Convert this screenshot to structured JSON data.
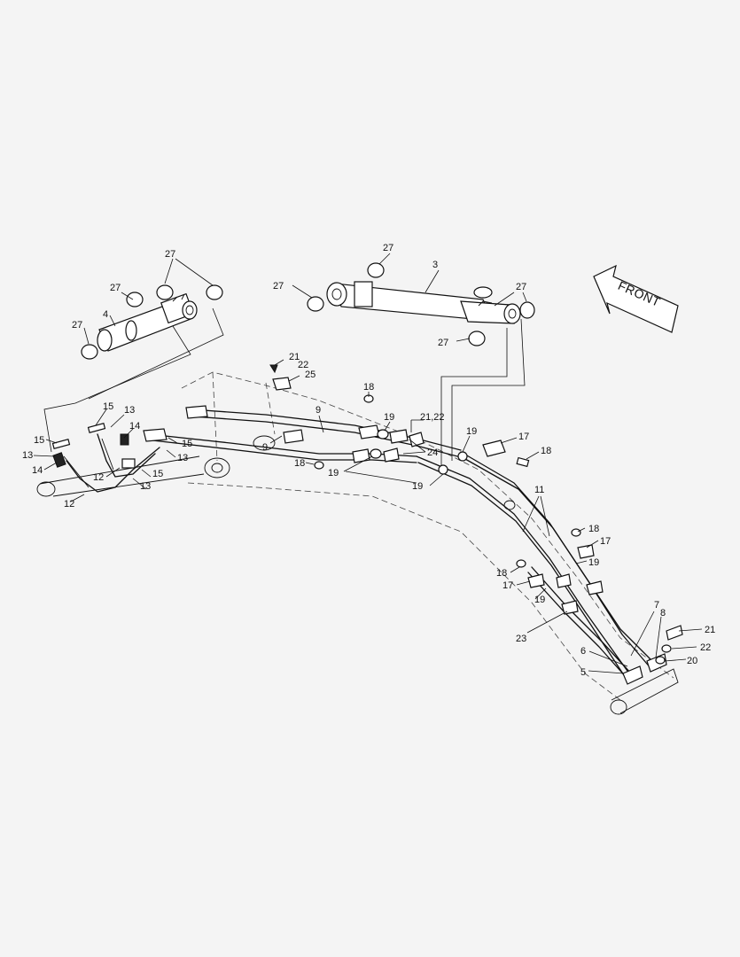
{
  "front_label": "FRONT",
  "callouts": [
    {
      "id": "c27a",
      "text": "27"
    },
    {
      "id": "c27b",
      "text": "27"
    },
    {
      "id": "c27c",
      "text": "27"
    },
    {
      "id": "c4",
      "text": "4"
    },
    {
      "id": "c27d",
      "text": "27"
    },
    {
      "id": "c27e",
      "text": "27"
    },
    {
      "id": "c3",
      "text": "3"
    },
    {
      "id": "c27f",
      "text": "27"
    },
    {
      "id": "c27g",
      "text": "27"
    },
    {
      "id": "c27h",
      "text": "27"
    },
    {
      "id": "c21a",
      "text": "21"
    },
    {
      "id": "c22a",
      "text": "22"
    },
    {
      "id": "c25",
      "text": "25"
    },
    {
      "id": "c18a",
      "text": "18"
    },
    {
      "id": "c9a",
      "text": "9"
    },
    {
      "id": "c19a",
      "text": "19"
    },
    {
      "id": "c2122",
      "text": "21,22"
    },
    {
      "id": "c19b",
      "text": "19"
    },
    {
      "id": "c17a",
      "text": "17"
    },
    {
      "id": "c18b",
      "text": "18"
    },
    {
      "id": "c24",
      "text": "24"
    },
    {
      "id": "c9b",
      "text": "9"
    },
    {
      "id": "c18c",
      "text": "18"
    },
    {
      "id": "c19c",
      "text": "19"
    },
    {
      "id": "c19d",
      "text": "19"
    },
    {
      "id": "c11",
      "text": "11"
    },
    {
      "id": "c15a",
      "text": "15"
    },
    {
      "id": "c13a",
      "text": "13"
    },
    {
      "id": "c14a",
      "text": "14"
    },
    {
      "id": "c15b",
      "text": "15"
    },
    {
      "id": "c13b",
      "text": "13"
    },
    {
      "id": "c15c",
      "text": "15"
    },
    {
      "id": "c13c",
      "text": "13"
    },
    {
      "id": "c14b",
      "text": "14"
    },
    {
      "id": "c12a",
      "text": "12"
    },
    {
      "id": "c15d",
      "text": "15"
    },
    {
      "id": "c13d",
      "text": "13"
    },
    {
      "id": "c12b",
      "text": "12"
    },
    {
      "id": "c18d",
      "text": "18"
    },
    {
      "id": "c17b",
      "text": "17"
    },
    {
      "id": "c19e",
      "text": "19"
    },
    {
      "id": "c18e",
      "text": "18"
    },
    {
      "id": "c17c",
      "text": "17"
    },
    {
      "id": "c19f",
      "text": "19"
    },
    {
      "id": "c7",
      "text": "7"
    },
    {
      "id": "c8",
      "text": "8"
    },
    {
      "id": "c21b",
      "text": "21"
    },
    {
      "id": "c22b",
      "text": "22"
    },
    {
      "id": "c20",
      "text": "20"
    },
    {
      "id": "c23",
      "text": "23"
    },
    {
      "id": "c6",
      "text": "6"
    },
    {
      "id": "c5",
      "text": "5"
    }
  ]
}
